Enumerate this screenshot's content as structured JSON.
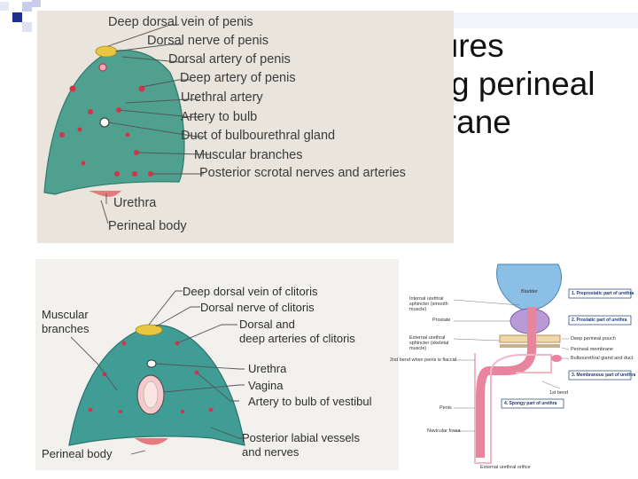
{
  "slide": {
    "title_lines": [
      "Structures",
      "piercing perineal",
      "membrane"
    ],
    "accent_color": "#1f2f8f"
  },
  "male_diagram": {
    "labels": [
      "Deep dorsal vein of penis",
      "Dorsal nerve of penis",
      "Dorsal artery of penis",
      "Deep artery of penis",
      "Urethral artery",
      "Artery to bulb",
      "Duct of bulbourethral gland",
      "Muscular branches",
      "Posterior scrotal nerves and arteries",
      "Urethra",
      "Perineal body"
    ],
    "colors": {
      "membrane": "#4fa08e",
      "background": "#e9e4dc",
      "vessel": "#d8324a",
      "body": "#e8c640"
    }
  },
  "female_diagram": {
    "labels": {
      "muscular_branches": "Muscular\nbranches",
      "deep_dorsal_vein": "Deep dorsal vein of clitoris",
      "dorsal_nerve": "Dorsal nerve of clitoris",
      "dorsal_deep_arteries": "Dorsal and\ndeep arteries of clitoris",
      "urethra": "Urethra",
      "vagina": "Vagina",
      "artery_bulb": "Artery to bulb of vestibul",
      "posterior_labial": "Posterior labial vessels\nand nerves",
      "perineal_body": "Perineal body"
    },
    "colors": {
      "membrane": "#3f9d95",
      "vagina": "#f6c9cf"
    }
  },
  "urethra_diagram": {
    "left_labels": [
      "Internal urethral sphincter (smooth muscle)",
      "Prostate",
      "External urethral sphincter (skeletal muscle)",
      "2nd bend when penis is flaccid",
      "Penis",
      "Navicular fossa"
    ],
    "right_labels": [
      "Bladder",
      "Deep perineal pouch",
      "Perineal membrane",
      "Bulbourethral gland and duct",
      "1st bend",
      "External urethral orifice"
    ],
    "parts": [
      "1. Preprostatic part of urethra",
      "2. Prostatic part of urethra",
      "3. Membranous part of urethra",
      "4. Spongy part of urethra"
    ],
    "colors": {
      "bladder": "#8bbfe6",
      "prostate": "#b79ad6",
      "urethra": "#e8849d",
      "box": "#1d3a78"
    }
  }
}
